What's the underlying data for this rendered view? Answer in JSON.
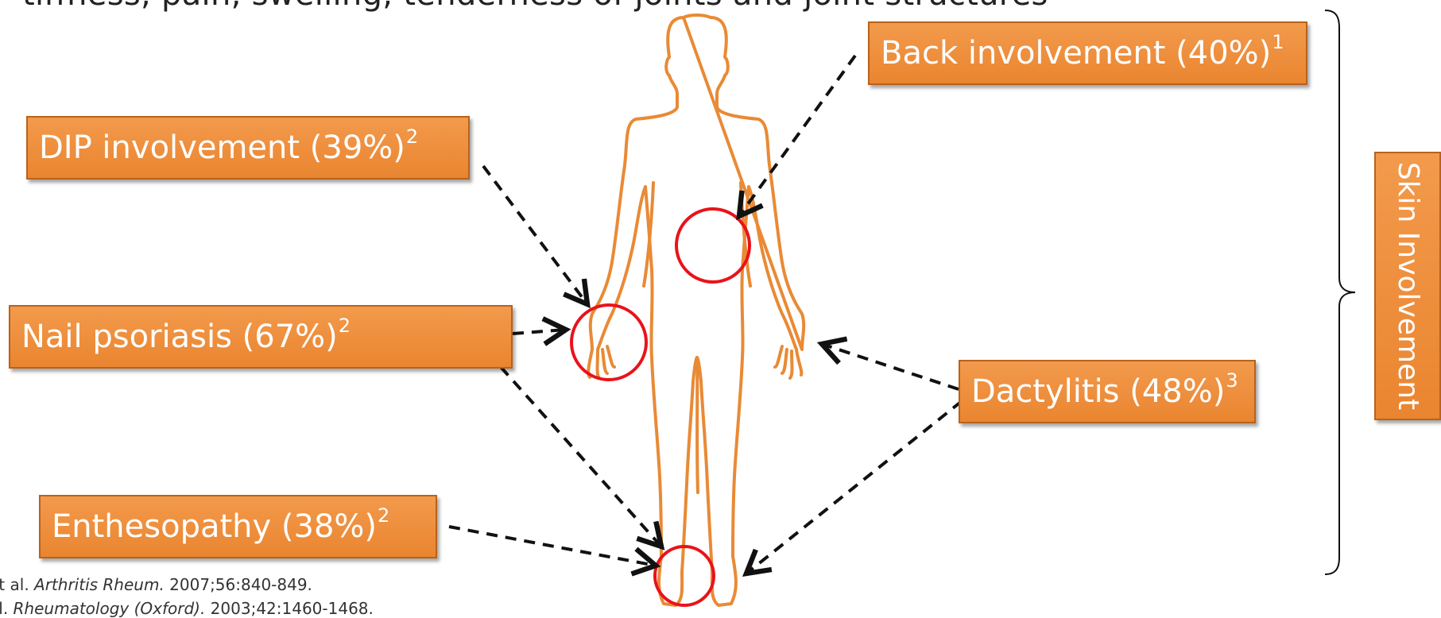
{
  "heading": "tiffness, pain, swelling, tenderness of joints and joint structures",
  "labels": {
    "back": {
      "text": "Back involvement (40%)",
      "sup": "1"
    },
    "dip": {
      "text": "DIP involvement (39%)",
      "sup": "2"
    },
    "nail": {
      "text": "Nail psoriasis (67%)",
      "sup": "2"
    },
    "dactylitis": {
      "text": "Dactylitis (48%)",
      "sup": "3"
    },
    "enthesopathy": {
      "text": "Enthesopathy (38%)",
      "sup": "2"
    },
    "skin": "Skin Involvement"
  },
  "references": [
    {
      "prefix": "et al. ",
      "journal": "Arthritis Rheum.",
      "suffix": " 2007;56:840-849."
    },
    {
      "prefix": "al. ",
      "journal": "Rheumatology (Oxford).",
      "suffix": " 2003;42:1460-1468."
    }
  ],
  "colors": {
    "box_fill": "#ee8f3e",
    "box_border": "#b8621c",
    "body_outline": "#e98a35",
    "highlight_circle": "#e8131b",
    "arrow": "#111111"
  }
}
